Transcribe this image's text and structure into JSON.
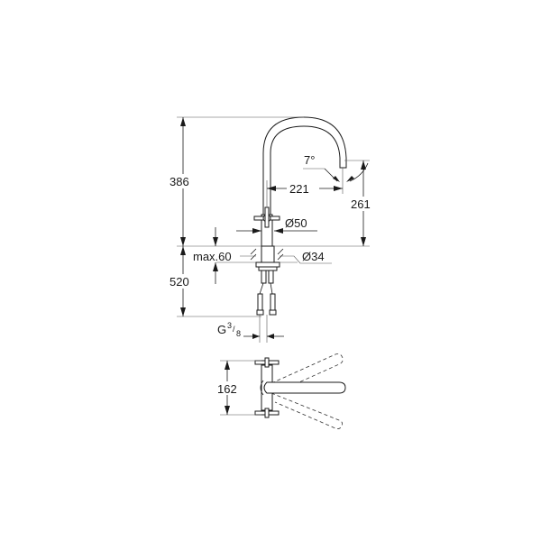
{
  "drawing": {
    "title": "Kitchen mixer tap dimension drawing",
    "dimensions": {
      "total_height": "386",
      "spout_reach": "221",
      "spout_angle": "7°",
      "spout_outlet_height": "261",
      "handle_diameter": "Ø50",
      "max_countertop_thickness": "max.60",
      "hole_diameter": "Ø34",
      "hose_length": "520",
      "connection_thread": "G",
      "connection_thread_fraction_num": "3",
      "connection_thread_fraction_den": "8",
      "handle_span_top_view": "162"
    }
  }
}
